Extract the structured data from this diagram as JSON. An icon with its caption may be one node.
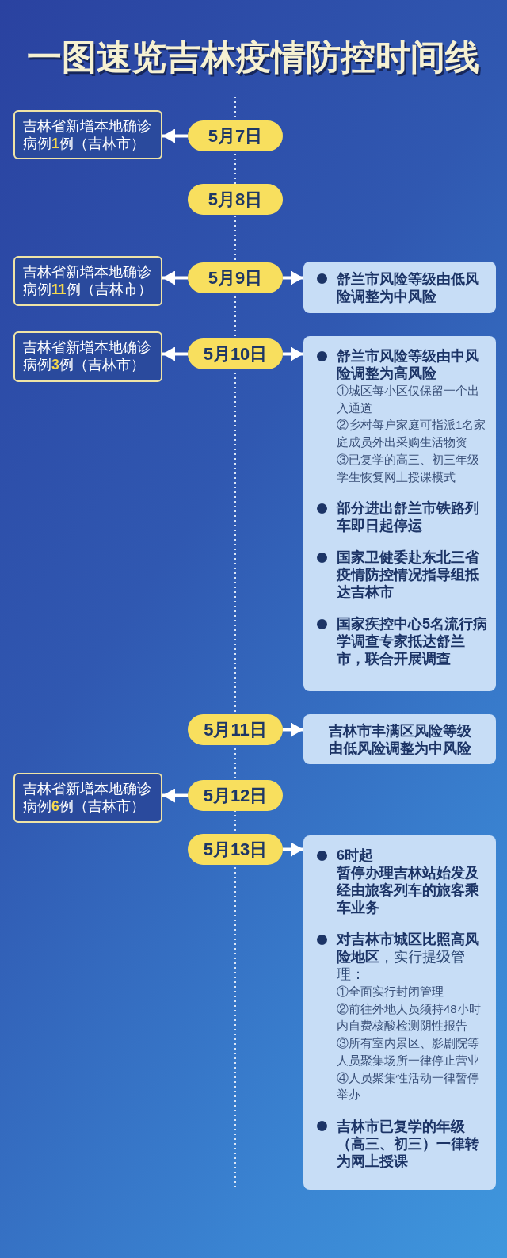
{
  "diagram": {
    "title": "一图速览吉林疫情防控时间线",
    "nodes": [
      {
        "text": [
          "吉林省新增本地确诊病例**1**例（吉林市）"
        ]
      },
      {
        "text": [
          "5月7日"
        ]
      },
      {
        "text": [
          "5月8日"
        ]
      },
      {
        "text": [
          "吉林省新增本地确诊病例**11**例（吉林市）"
        ]
      },
      {
        "text": [
          "5月9日"
        ]
      },
      {
        "text": [
          "舒兰市风险等级由低风险调整为中风险"
        ]
      },
      {
        "text": [
          "吉林省新增本地确诊病例**3**例（吉林市）"
        ]
      },
      {
        "text": [
          "5月10日"
        ]
      },
      {
        "text": [
          "舒兰市风险等级由中风险调整为高风险",
          "①城区每小区仅保留一个出入通道",
          "②乡村每户家庭可指派1名家庭成员外出采购生活物资",
          "③已复学的高三、初三年级学生恢复网上授课模式",
          "部分进出舒兰市铁路列车即日起停运",
          "国家卫健委赴东北三省疫情防控情况指导组抵达吉林市",
          "国家疾控中心5名流行病学调查专家抵达舒兰市，联合开展调查"
        ]
      },
      {
        "text": [
          "5月11日"
        ]
      },
      {
        "text": [
          "吉林市丰满区风险等级由低风险调整为中风险"
        ]
      },
      {
        "text": [
          "吉林省新增本地确诊病例**6**例（吉林市）"
        ]
      },
      {
        "text": [
          "5月12日"
        ]
      },
      {
        "text": [
          "5月13日"
        ]
      },
      {
        "text": [
          "6时起",
          "暂停办理吉林站始发及经由旅客列车的旅客乘车业务",
          "**对吉林市城区比照高风险地区**，实行提级管理：",
          "①全面实行封闭管理",
          "②前往外地人员须持48小时内自费核酸检测阴性报告",
          "③所有室内景区、影剧院等人员聚集场所一律停止营业",
          "④人员聚集性活动一律暂停举办",
          "吉林市已复学的年级（高三、初三）一律转为网上授课"
        ]
      }
    ],
    "edges": [
      {
        "from": 1,
        "to": 0,
        "arrow": "to"
      },
      {
        "from": 4,
        "to": 3,
        "arrow": "to"
      },
      {
        "from": 4,
        "to": 5,
        "arrow": "to"
      },
      {
        "from": 7,
        "to": 6,
        "arrow": "to"
      },
      {
        "from": 7,
        "to": 8,
        "arrow": "to"
      },
      {
        "from": 9,
        "to": 10,
        "arrow": "to"
      },
      {
        "from": 12,
        "to": 11,
        "arrow": "to"
      },
      {
        "from": 13,
        "to": 14,
        "arrow": "to"
      }
    ]
  }
}
